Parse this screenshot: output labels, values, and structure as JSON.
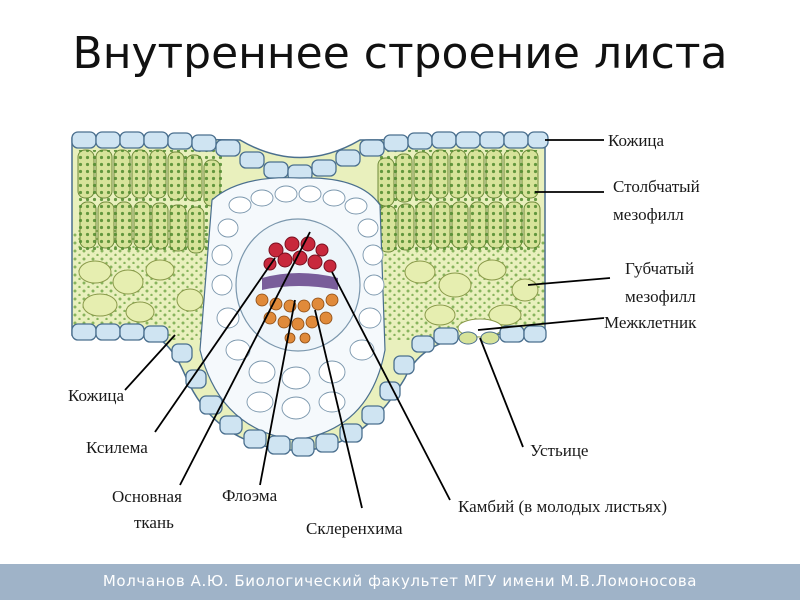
{
  "slide": {
    "title": "Внутреннее строение листа",
    "footer": "Молчанов А.Ю. Биологический факультет МГУ имени М.В.Ломоносова"
  },
  "labels": {
    "epidermis_top": "Кожица",
    "palisade_line1": "Столбчатый",
    "palisade_line2": "мезофилл",
    "spongy_line1": "Губчатый",
    "spongy_line2": "мезофилл",
    "intercellular": "Межклетник",
    "epidermis_bottom": "Кожица",
    "xylem": "Ксилема",
    "ground_line1": "Основная",
    "ground_line2": "ткань",
    "phloem": "Флоэма",
    "sclerenchyma": "Склеренхима",
    "cambium": "Камбий (в молодых листьях)",
    "stoma": "Устьице"
  },
  "colors": {
    "epidermis": "#cfe4f2",
    "epidermis_stroke": "#4a6f8e",
    "palisade": "#d7e39a",
    "chloroplast": "#4f8a2e",
    "spongy": "#e6eeb0",
    "xylem": "#c8283c",
    "phloem": "#e08a3a",
    "cambium": "#6b4d8f",
    "bundle_sheath": "#ffffff",
    "footer_bg": "#9fb3c8"
  }
}
